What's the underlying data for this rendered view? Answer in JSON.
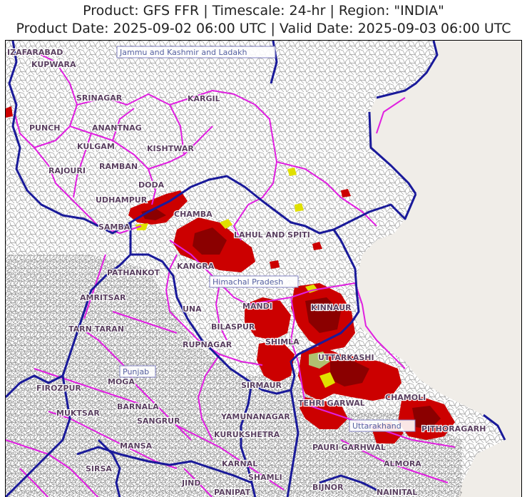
{
  "header": {
    "line1": "Product: GFS FFR  |  Timescale: 24-hr  |  Region: \"INDIA\"",
    "line2": "Product Date: 2025-09-02 06:00 UTC  |  Valid Date: 2025-09-03 06:00 UTC"
  },
  "colors": {
    "land": "#ffffff",
    "background": "#f0ede8",
    "district_mesh": "#9a9a9a",
    "state_boundary": "#1a1a9a",
    "district_boundary": "#e020e0",
    "risk_high": "#cc0000",
    "risk_very_high": "#8b0000",
    "risk_moderate": "#e0e000",
    "risk_low": "#b0c070"
  },
  "states": [
    {
      "name": "Jammu and Kashmir and Ladakh"
    },
    {
      "name": "Himachal Pradesh"
    },
    {
      "name": "Punjab"
    },
    {
      "name": "Uttarakhand"
    }
  ],
  "districts": [
    {
      "name": "IZAFARABAD"
    },
    {
      "name": "KUPWARA"
    },
    {
      "name": "SRINAGAR"
    },
    {
      "name": "KARGIL"
    },
    {
      "name": "PUNCH"
    },
    {
      "name": "ANANTNAG"
    },
    {
      "name": "KULGAM"
    },
    {
      "name": "KISHTWAR"
    },
    {
      "name": "RAJOURI"
    },
    {
      "name": "RAMBAN"
    },
    {
      "name": "DODA"
    },
    {
      "name": "UDHAMPUR"
    },
    {
      "name": "CHAMBA"
    },
    {
      "name": "SAMBA"
    },
    {
      "name": "LAHUL AND SPITI"
    },
    {
      "name": "KANGRA"
    },
    {
      "name": "PATHANKOT"
    },
    {
      "name": "AMRITSAR"
    },
    {
      "name": "MANDI"
    },
    {
      "name": "KINNAUR"
    },
    {
      "name": "TARN TARAN"
    },
    {
      "name": "UNA"
    },
    {
      "name": "BILASPUR"
    },
    {
      "name": "SHIMLA"
    },
    {
      "name": "RUPNAGAR"
    },
    {
      "name": "UTTARKASHI"
    },
    {
      "name": "FIROZPUR"
    },
    {
      "name": "MOGA"
    },
    {
      "name": "SIRMAUR"
    },
    {
      "name": "TEHRI GARWAL"
    },
    {
      "name": "CHAMOLI"
    },
    {
      "name": "MUKTSAR"
    },
    {
      "name": "BARNALA"
    },
    {
      "name": "SANGRUR"
    },
    {
      "name": "YAMUNANAGAR"
    },
    {
      "name": "PITHORAGARH"
    },
    {
      "name": "KURUKSHETRA"
    },
    {
      "name": "MANSA"
    },
    {
      "name": "PAURI GARHWAL"
    },
    {
      "name": "SIRSA"
    },
    {
      "name": "KARNAL"
    },
    {
      "name": "ALMORA"
    },
    {
      "name": "SHAMLI"
    },
    {
      "name": "JIND"
    },
    {
      "name": "BIJNOR"
    },
    {
      "name": "PANIPAT"
    },
    {
      "name": "NAINITAL"
    }
  ]
}
